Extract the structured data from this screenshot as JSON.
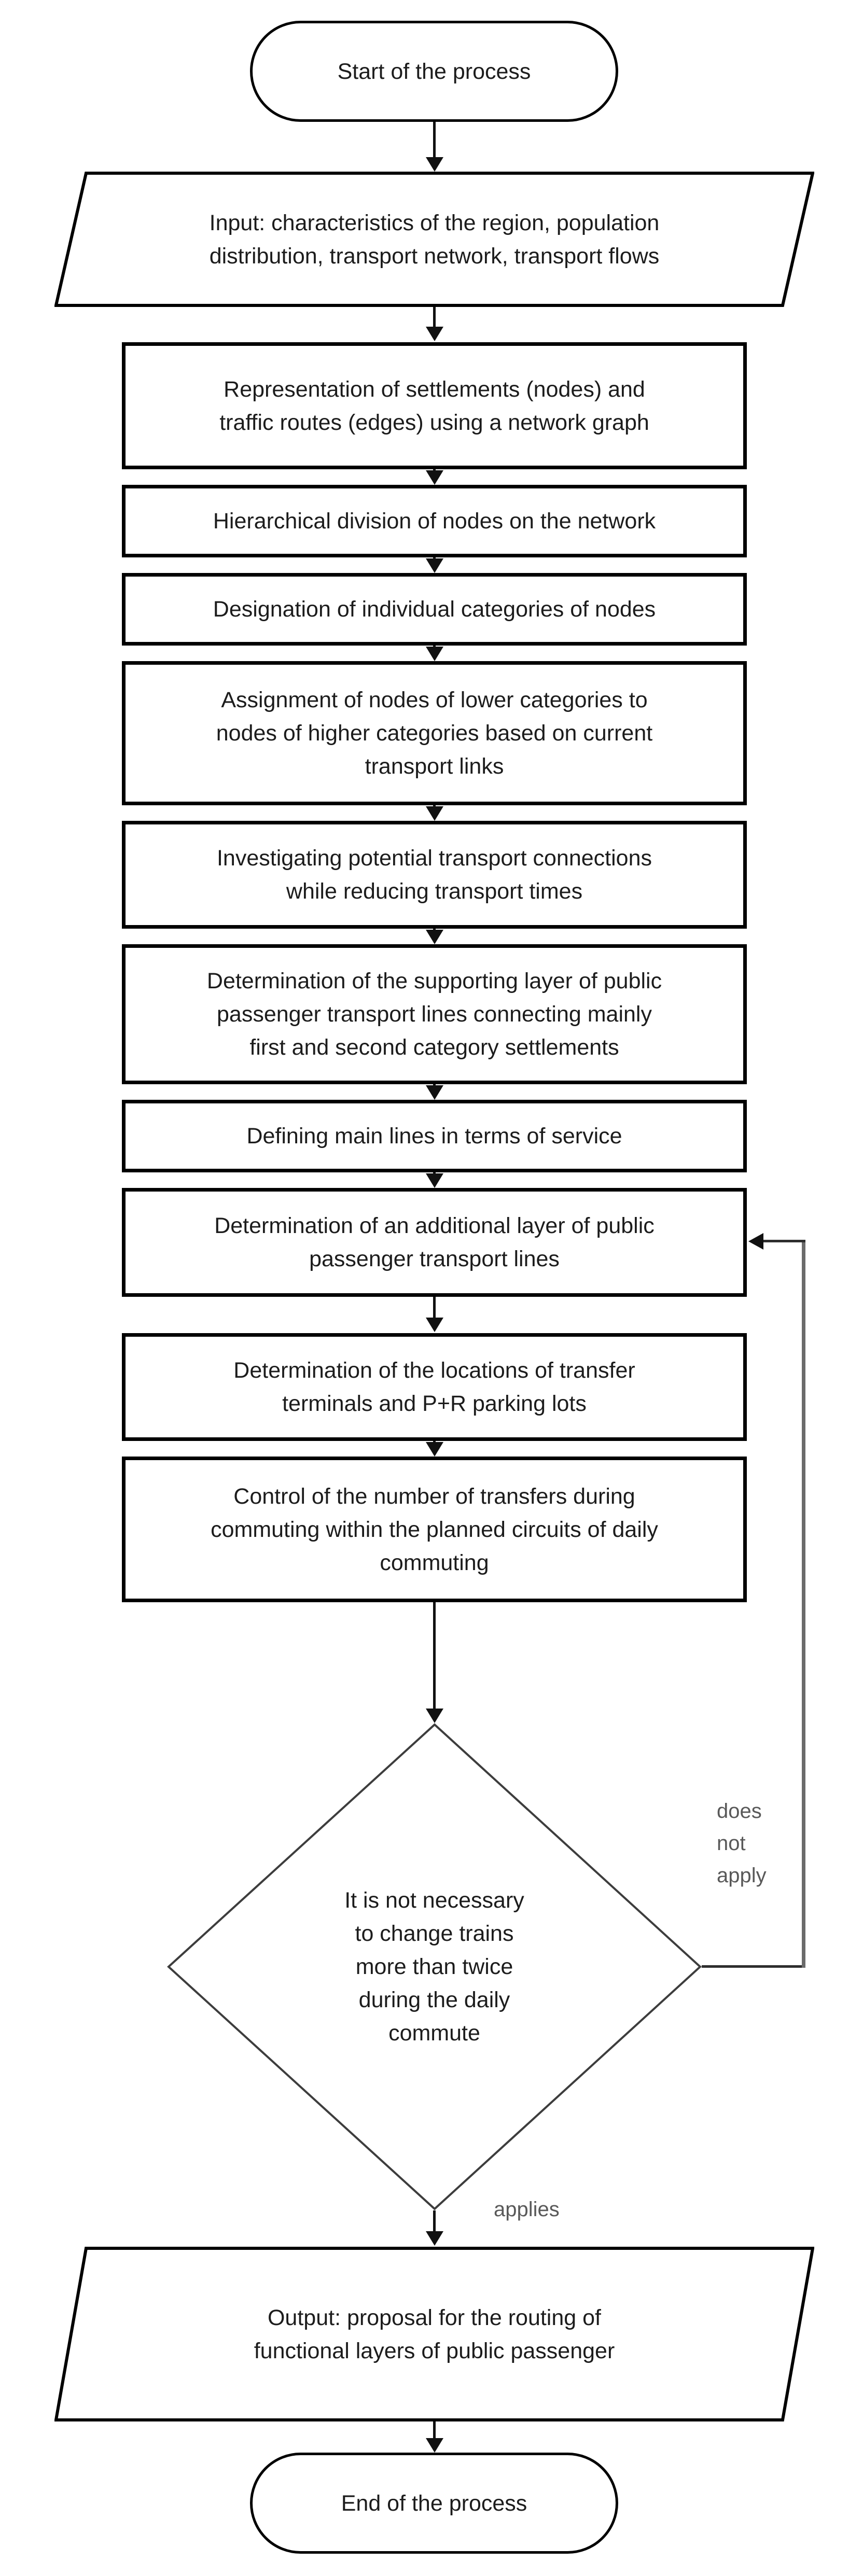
{
  "flowchart": {
    "nodes": [
      {
        "id": "start",
        "type": "terminator",
        "lines": [
          "Start of the process"
        ]
      },
      {
        "id": "input",
        "type": "data",
        "lines": [
          "Input: characteristics of the region, population",
          "distribution, transport network, transport flows"
        ]
      },
      {
        "id": "step-1",
        "type": "process",
        "lines": [
          "Representation of settlements (nodes) and",
          "traffic routes (edges) using a network graph"
        ]
      },
      {
        "id": "step-2",
        "type": "process",
        "lines": [
          "Hierarchical division of nodes on the network"
        ]
      },
      {
        "id": "step-3",
        "type": "process",
        "lines": [
          "Designation of individual categories of nodes"
        ]
      },
      {
        "id": "step-4",
        "type": "process",
        "lines": [
          "Assignment of nodes of lower categories to",
          "nodes of higher categories based on current",
          "transport links"
        ]
      },
      {
        "id": "step-5",
        "type": "process",
        "lines": [
          "Investigating potential transport connections",
          "while reducing transport times"
        ]
      },
      {
        "id": "step-6",
        "type": "process",
        "lines": [
          "Determination of the supporting layer of public",
          "passenger transport lines connecting mainly",
          "first and second category settlements"
        ]
      },
      {
        "id": "step-7",
        "type": "process",
        "lines": [
          "Defining main lines in terms of service"
        ]
      },
      {
        "id": "step-8",
        "type": "process",
        "lines": [
          "Determination of an additional layer of public",
          "passenger transport lines"
        ]
      },
      {
        "id": "step-9",
        "type": "process",
        "lines": [
          "Determination of the locations of transfer",
          "terminals and P+R parking lots"
        ]
      },
      {
        "id": "step-10",
        "type": "process",
        "lines": [
          "Control of the number of transfers during",
          "commuting within the planned circuits of daily",
          "commuting"
        ]
      },
      {
        "id": "decision",
        "type": "decision",
        "lines": [
          "It is not necessary",
          "to change trains",
          "more than twice",
          "during the daily",
          "commute"
        ]
      },
      {
        "id": "output",
        "type": "data",
        "lines": [
          "Output: proposal for the routing of",
          "functional layers of public passenger"
        ]
      },
      {
        "id": "end",
        "type": "terminator",
        "lines": [
          "End of the process"
        ]
      }
    ],
    "edge_labels": {
      "does_not_apply_lines": [
        "does",
        "not",
        "apply"
      ],
      "applies": "applies"
    },
    "colors": {
      "background": "#ffffff",
      "shape_fill": "#ffffff",
      "shape_stroke": "#000000",
      "decision_stroke": "#3d3d3d",
      "text": "#1c1c1c",
      "edge_label_text": "#595959",
      "connector": "#111111",
      "feedback_connector": "#6b6b6b"
    }
  }
}
